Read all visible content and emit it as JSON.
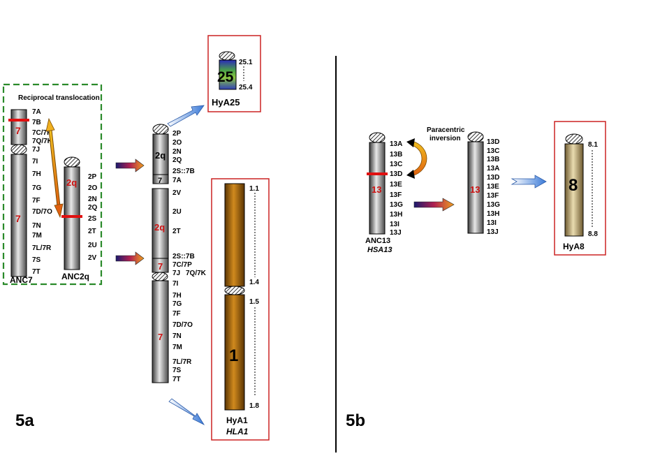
{
  "panel_labels": {
    "a": "5a",
    "b": "5b"
  },
  "translocation": {
    "box_title": "Reciprocal translocation",
    "anc7": {
      "name": "ANC7",
      "number": "7",
      "bands": [
        "7A",
        "7B",
        "7C/7P",
        "7Q/7K",
        "7J",
        "7I",
        "7H",
        "7G",
        "7F",
        "7D/7O",
        "7N",
        "7M",
        "7L/7R",
        "7S",
        "7T"
      ]
    },
    "anc2q": {
      "name": "ANC2q",
      "number": "2q",
      "bands": [
        "2P",
        "2O",
        "2N",
        "2Q",
        "2S",
        "2T",
        "2U",
        "2V"
      ]
    }
  },
  "derived_small": {
    "number_top": "2q",
    "number_bottom": "7",
    "bands": [
      "2P",
      "2O",
      "2N",
      "2Q",
      "2S::7B",
      "7A"
    ]
  },
  "derived_large": {
    "number_top": "2q",
    "number_bottom": "7",
    "bands_upper": [
      "2V",
      "2U",
      "2T",
      "2S::7B",
      "7C/7P",
      "7J",
      "7Q/7K"
    ],
    "bands_lower": [
      "7I",
      "7H",
      "7G",
      "7F",
      "7D/7O",
      "7N",
      "7M",
      "7L/7R",
      "7S",
      "7T"
    ]
  },
  "hya25": {
    "name": "HyA25",
    "number": "25",
    "band_top": "25.1",
    "band_bottom": "25.4",
    "colors": [
      "#2b2bbf",
      "#3a9a3a",
      "#7ac040",
      "#3a4ac0"
    ]
  },
  "hya1": {
    "name": "HyA1",
    "species_label": "HLA1",
    "number": "1",
    "bands": [
      "1.1",
      "1.4",
      "1.5",
      "1.8"
    ],
    "color": "#b8740c"
  },
  "anc13": {
    "name": "ANC13",
    "species_label": "HSA13",
    "number": "13",
    "bands": [
      "13A",
      "13B",
      "13C",
      "13D",
      "13E",
      "13F",
      "13G",
      "13H",
      "13I",
      "13J"
    ],
    "inversion_label": "Paracentric inversion"
  },
  "derived13": {
    "number": "13",
    "bands": [
      "13D",
      "13C",
      "13B",
      "13A",
      "13D",
      "13E",
      "13F",
      "13G",
      "13H",
      "13I",
      "13J"
    ]
  },
  "hya8": {
    "name": "HyA8",
    "number": "8",
    "band_top": "8.1",
    "band_bottom": "8.8",
    "color": "#c8b078"
  }
}
